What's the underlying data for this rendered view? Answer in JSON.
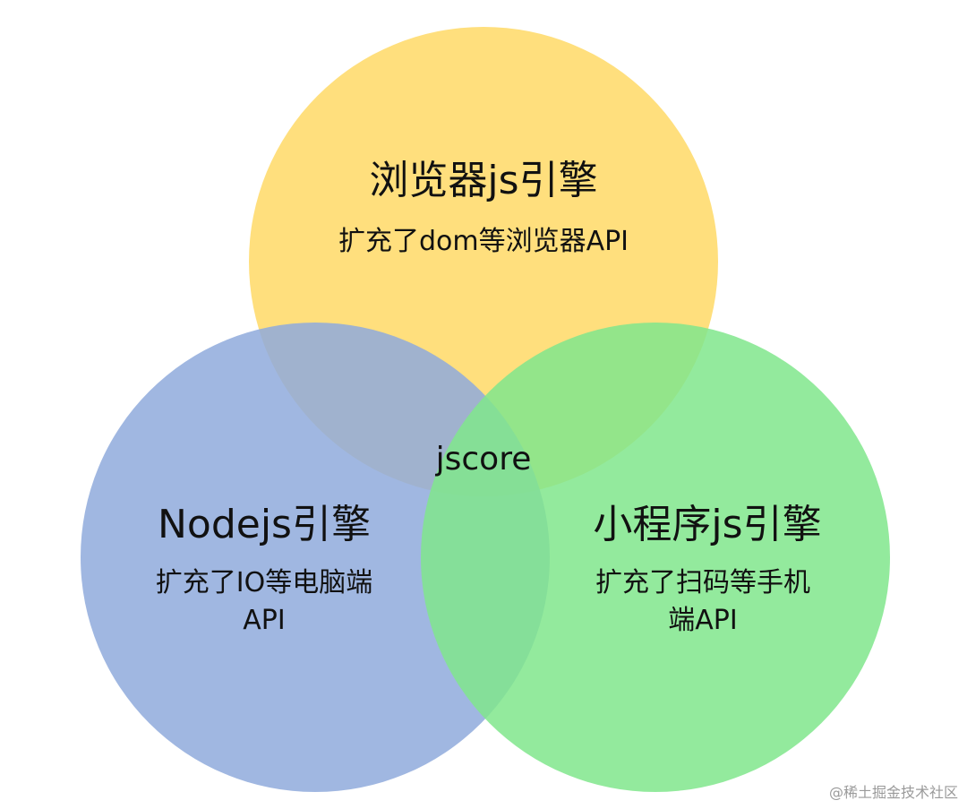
{
  "diagram": {
    "circles": {
      "browser": {
        "title": "浏览器js引擎",
        "desc": "扩充了dom等浏览器API",
        "color": "#FFD966",
        "opacity": 0.85
      },
      "node": {
        "title": "Nodejs引擎",
        "desc_line1": "扩充了IO等电脑端",
        "desc_line2": "API",
        "color": "#8FAADC",
        "opacity": 0.85
      },
      "miniapp": {
        "title": "小程序js引擎",
        "desc_line1": "扩充了扫码等手机",
        "desc_line2": "端API",
        "color": "#80E68C",
        "opacity": 0.85
      }
    },
    "center": {
      "label": "jscore"
    }
  },
  "watermark": {
    "text": "@稀土掘金技术社区"
  }
}
